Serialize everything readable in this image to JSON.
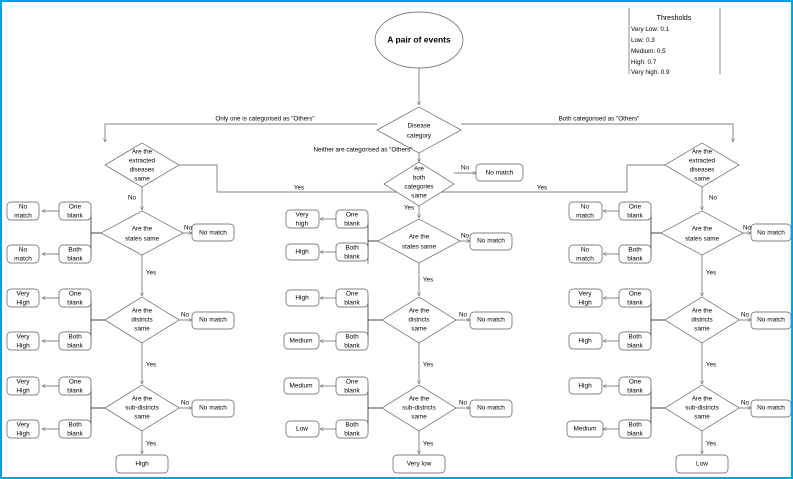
{
  "diagram": {
    "title_node": "A pair of events",
    "thresholds": {
      "title": "Thresholds",
      "items": [
        "Very Low: 0.1",
        "Low: 0.3",
        "Medium: 0.5",
        "High: 0.7",
        "Very high: 0.9"
      ]
    },
    "decisions": {
      "disease_category": "Disease category",
      "extracted_same": "Are the extracted diseases same",
      "both_categories_same": "Are both categories same",
      "states_same": "Are the states same",
      "districts_same": "Are the districts same",
      "subdistricts_same": "Are the sub-districts same"
    },
    "edge_labels": {
      "only_one_others": "Only one is categorised as \"Others\"",
      "neither_others": "Neither are categorised as \"Others\"",
      "both_others": "Both categorised as \"Others\"",
      "yes": "Yes",
      "no": "No"
    },
    "boxes": {
      "no_match": "No match",
      "one_blank": "One blank",
      "both_blank": "Both blank",
      "very_high": "Very High",
      "very_high_lc": "Very high",
      "high": "High",
      "medium": "Medium",
      "low": "Low",
      "very_low": "Very low"
    },
    "branches": {
      "left": {
        "name": "Only one is categorised as \"Others\"",
        "states": {
          "one_blank_result": "No match",
          "both_blank_result": "No match",
          "no_result": "No match"
        },
        "districts": {
          "one_blank_result": "Very High",
          "both_blank_result": "Very High",
          "no_result": "No match"
        },
        "subdistricts": {
          "one_blank_result": "Very High",
          "both_blank_result": "Very High",
          "no_result": "No match"
        },
        "final": "High"
      },
      "middle": {
        "name": "Neither are categorised as \"Others\"",
        "states": {
          "one_blank_result": "Very high",
          "both_blank_result": "High",
          "no_result": "No match"
        },
        "districts": {
          "one_blank_result": "High",
          "both_blank_result": "Medium",
          "no_result": "No match"
        },
        "subdistricts": {
          "one_blank_result": "Medium",
          "both_blank_result": "Low",
          "no_result": "No match"
        },
        "final": "Very low"
      },
      "right": {
        "name": "Both categorised as \"Others\"",
        "states": {
          "one_blank_result": "No match",
          "both_blank_result": "No match",
          "no_result": "No match"
        },
        "districts": {
          "one_blank_result": "Very High",
          "both_blank_result": "High",
          "no_result": "No match"
        },
        "subdistricts": {
          "one_blank_result": "High",
          "both_blank_result": "Medium",
          "no_result": "No match"
        },
        "final": "Low"
      }
    },
    "colors": {
      "border": "#00a2e0",
      "shape_stroke": "#5a5a5a",
      "background": "#ffffff"
    }
  }
}
